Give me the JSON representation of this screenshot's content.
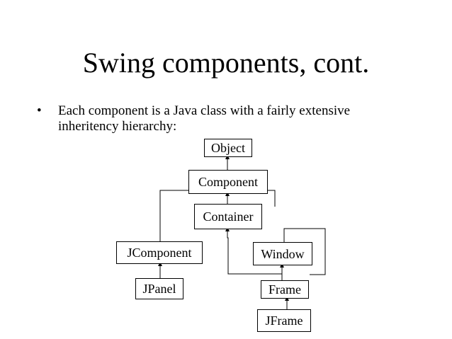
{
  "slide": {
    "title": "Swing components, cont.",
    "bullet_symbol": "•",
    "bullet_line_1": "Each component is a Java class with a fairly extensive",
    "bullet_line_2": "inheritency hierarchy:"
  },
  "diagram": {
    "nodes": {
      "object": "Object",
      "component": "Component",
      "container": "Container",
      "jcomponent": "JComponent",
      "window": "Window",
      "jpanel": "JPanel",
      "frame": "Frame",
      "jframe": "JFrame"
    }
  }
}
